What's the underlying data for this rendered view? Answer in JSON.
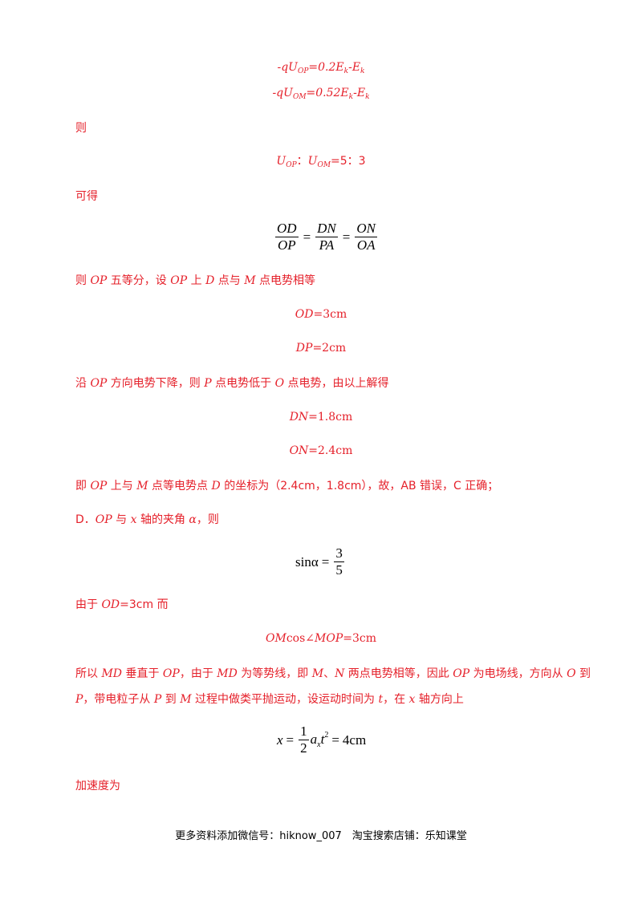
{
  "lines": {
    "eq1": {
      "pre": "-qU",
      "sub": "OP",
      "post": "=0.2E",
      "sub2": "k",
      "post2": "-E",
      "sub3": "k"
    },
    "eq2": {
      "pre": "-qU",
      "sub": "OM",
      "post": "=0.52E",
      "sub2": "k",
      "post2": "-E",
      "sub3": "k"
    },
    "then1": "则",
    "ratio": {
      "a": "U",
      "asub": "OP",
      "sep": "：",
      "b": "U",
      "bsub": "OM",
      "rest": "=5：3"
    },
    "get": "可得",
    "frac_eq": {
      "n1": "OD",
      "d1": "OP",
      "n2": "DN",
      "d2": "PA",
      "n3": "ON",
      "d3": "OA",
      "eq": "="
    },
    "p1": {
      "t1": "则 ",
      "v1": "OP",
      "t2": " 五等分，设 ",
      "v2": "OP",
      "t3": " 上 ",
      "v3": "D",
      "t4": " 点与 ",
      "v4": "M",
      "t5": " 点电势相等"
    },
    "od": {
      "v": "OD",
      "rest": "=3cm"
    },
    "dp": {
      "v": "DP",
      "rest": "=2cm"
    },
    "p2": {
      "t1": "沿 ",
      "v1": "OP",
      "t2": " 方向电势下降，则 ",
      "v2": "P",
      "t3": " 点电势低于 ",
      "v3": "O",
      "t4": " 点电势，由以上解得"
    },
    "dn": {
      "v": "DN",
      "rest": "=1.8cm"
    },
    "on": {
      "v": "ON",
      "rest": "=2.4cm"
    },
    "p3": {
      "t1": "即 ",
      "v1": "OP",
      "t2": " 上与 ",
      "v2": "M",
      "t3": " 点等电势点 ",
      "v3": "D",
      "t4": " 的坐标为（2.4cm，1.8cm），故，AB 错误，C 正确；"
    },
    "p4": {
      "t1": "D．",
      "v1": "OP",
      "t2": " 与 ",
      "v2": "x",
      "t3": " 轴的夹角 ",
      "v3": "α",
      "t4": "，则"
    },
    "sin_eq": {
      "lhs": "sinα",
      "eq": "=",
      "num": "3",
      "den": "5"
    },
    "p5": {
      "t1": "由于 ",
      "v1": "OD",
      "t2": "=3cm 而"
    },
    "omcos": {
      "v1": "OM",
      "t1": "cos∠",
      "v2": "MOP",
      "t2": "=3cm"
    },
    "p6": {
      "t1": "所以 ",
      "v1": "MD",
      "t2": " 垂直于 ",
      "v2": "OP",
      "t3": "，由于 ",
      "v3": "MD",
      "t4": " 为等势线，即 ",
      "v4": "M",
      "t5": "、",
      "v5": "N",
      "t6": " 两点电势相等，因此 ",
      "v6": "OP",
      "t7": " 为电场线，方向从 ",
      "v7": "O",
      "t8": " 到"
    },
    "p7": {
      "v1": "P",
      "t1": "，带电粒子从 ",
      "v2": "P",
      "t2": " 到 ",
      "v3": "M",
      "t3": " 过程中做类平抛运动，设运动时间为 ",
      "v4": "t",
      "t4": "，在 ",
      "v5": "x",
      "t5": " 轴方向上"
    },
    "x_eq": {
      "lhs": "x",
      "eq1": "=",
      "num": "1",
      "den": "2",
      "a": "a",
      "asub": "x",
      "t": "t",
      "texp": "2",
      "eq2": "=",
      "rhs": "4cm"
    },
    "accel": "加速度为"
  },
  "footer": "更多资料添加微信号：hiknow_007　淘宝搜索店铺：乐知课堂"
}
